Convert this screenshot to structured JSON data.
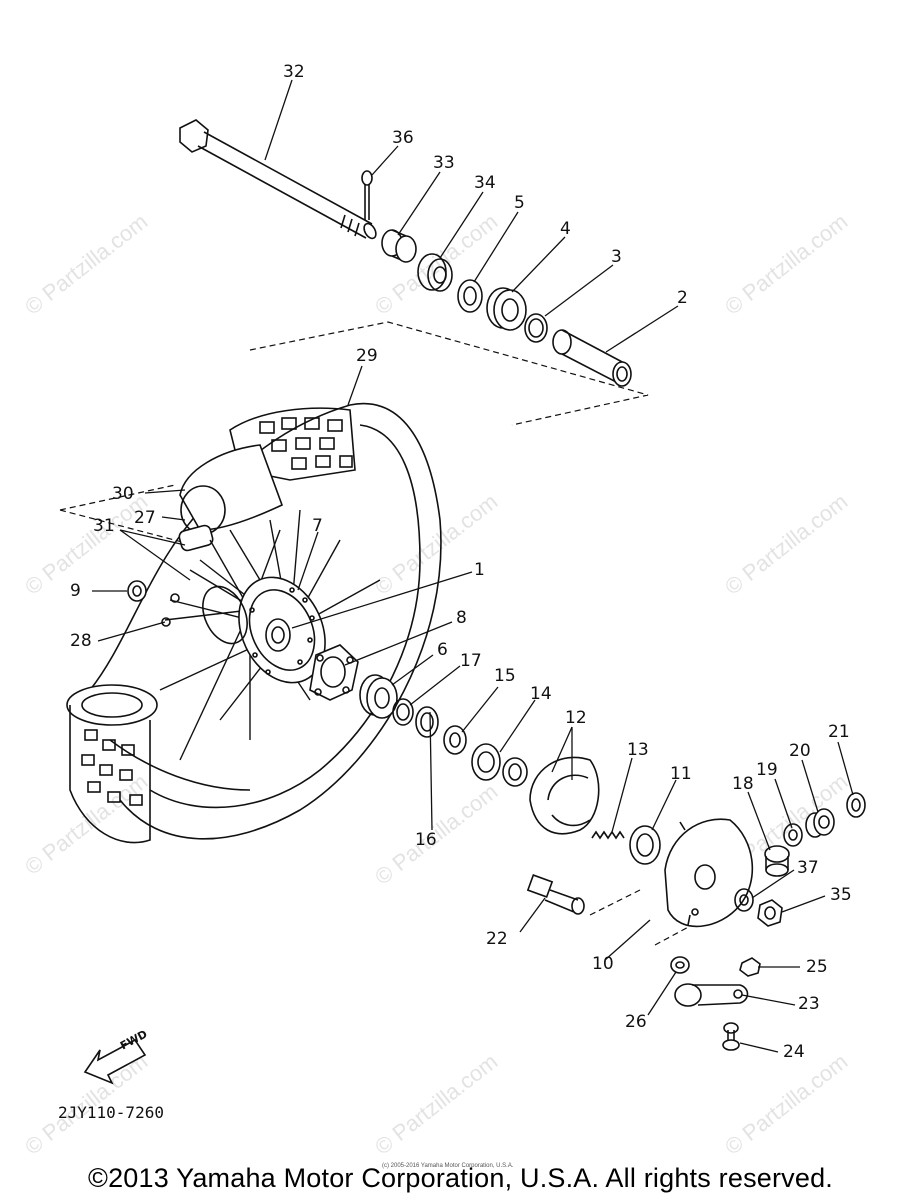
{
  "diagram": {
    "part_code": "2JY110-7260",
    "direction_label": "FWD",
    "copyright": "©2013 Yamaha Motor Corporation, U.S.A. All rights reserved.",
    "small_copyright": "(c) 2005-2016 Yamaha Motor Corporation, U.S.A.",
    "watermark": "© Partzilla.com",
    "labels": {
      "n1": "1",
      "n2": "2",
      "n3": "3",
      "n4": "4",
      "n5": "5",
      "n6": "6",
      "n7": "7",
      "n8": "8",
      "n9": "9",
      "n10": "10",
      "n11": "11",
      "n12": "12",
      "n13": "13",
      "n14": "14",
      "n15": "15",
      "n16": "16",
      "n17": "17",
      "n18": "18",
      "n19": "19",
      "n20": "20",
      "n21": "21",
      "n22": "22",
      "n23": "23",
      "n24": "24",
      "n25": "25",
      "n26": "26",
      "n27": "27",
      "n28": "28",
      "n29": "29",
      "n30": "30",
      "n31": "31",
      "n32": "32",
      "n33": "33",
      "n34": "34",
      "n35": "35",
      "n36": "36",
      "n37": "37"
    }
  }
}
